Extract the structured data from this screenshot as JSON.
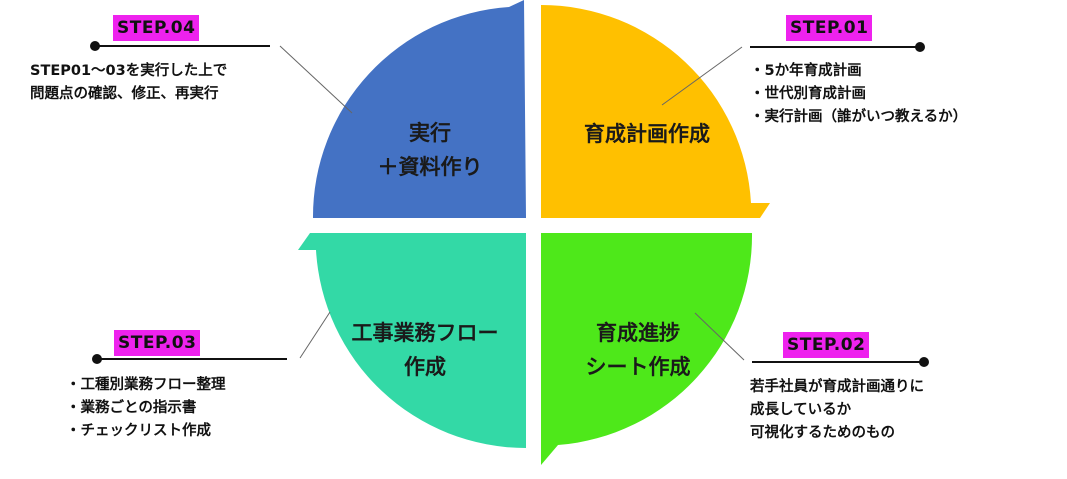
{
  "colors": {
    "q1": "#ffc000",
    "q2": "#4ee81a",
    "q3": "#33d9a6",
    "q4": "#4472c4",
    "badge": "#ee22ee"
  },
  "quadrants": {
    "q1": {
      "lines": [
        "育成計画作成"
      ]
    },
    "q2": {
      "lines": [
        "育成進捗",
        "シート作成"
      ]
    },
    "q3": {
      "lines": [
        "工事業務フロー",
        "作成"
      ]
    },
    "q4": {
      "lines": [
        "実行",
        "＋資料作り"
      ]
    }
  },
  "steps": {
    "s1": {
      "badge": "STEP.01",
      "lines": [
        "・5か年育成計画",
        "・世代別育成計画",
        "・実行計画（誰がいつ教えるか）"
      ]
    },
    "s2": {
      "badge": "STEP.02",
      "lines": [
        "若手社員が育成計画通りに",
        "成長しているか",
        "可視化するためのもの"
      ]
    },
    "s3": {
      "badge": "STEP.03",
      "lines": [
        "・工種別業務フロー整理",
        "・業務ごとの指示書",
        "・チェックリスト作成"
      ]
    },
    "s4": {
      "badge": "STEP.04",
      "lines": [
        "STEP01～03を実行した上で",
        "問題点の確認、修正、再実行"
      ]
    }
  }
}
